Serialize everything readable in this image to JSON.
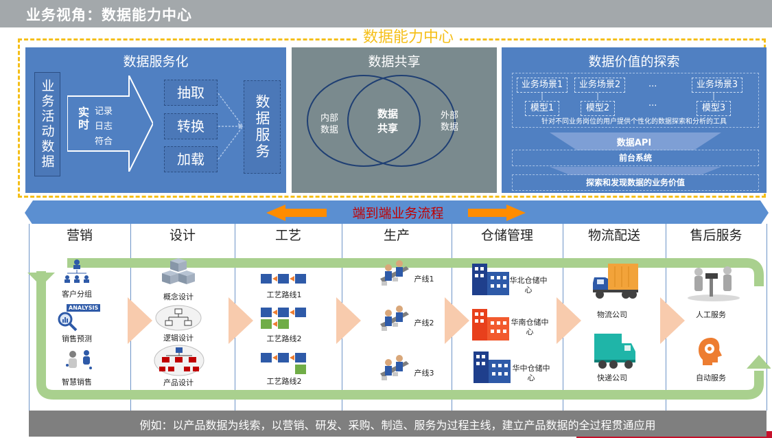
{
  "page": {
    "title": "业务视角：数据能力中心"
  },
  "frame": {
    "title": "数据能力中心"
  },
  "panel1": {
    "title": "数据服务化",
    "activity": "业务活动数据",
    "realtime": "实时",
    "items": [
      "记录",
      "日志",
      "符合"
    ],
    "ops": [
      "抽取",
      "转换",
      "加载"
    ],
    "service": "数据服务"
  },
  "panel2": {
    "title": "数据共享",
    "left": [
      "内部",
      "数据"
    ],
    "center": [
      "数据",
      "共享"
    ],
    "right": [
      "外部",
      "数据"
    ]
  },
  "panel3": {
    "title": "数据价值的探索",
    "scenes": [
      "业务场景1",
      "业务场景2",
      "...",
      "业务场景3"
    ],
    "models": [
      "模型1",
      "模型2",
      "...",
      "模型3"
    ],
    "note": "针对不同业务岗位的用户提供个性化的数据探索和分析的工具",
    "api": "数据API",
    "front": "前台系统",
    "value": "探索和发现数据的业务价值"
  },
  "process": {
    "title": "端到端业务流程",
    "columns": [
      "营销",
      "设计",
      "工艺",
      "生产",
      "仓储管理",
      "物流配送",
      "售后服务"
    ]
  },
  "marketing": {
    "items": [
      "客户分组",
      "销售预测",
      "智慧销售"
    ],
    "analysis_badge": "ANALYSIS"
  },
  "design": {
    "items": [
      "概念设计",
      "逻辑设计",
      "产品设计"
    ]
  },
  "craft": {
    "items": [
      "工艺路线1",
      "工艺路线2",
      "工艺路线2"
    ]
  },
  "production": {
    "items": [
      "产线1",
      "产线2",
      "产线3"
    ]
  },
  "warehouse": {
    "items": [
      "华北仓储中心",
      "华南仓储中心",
      "华中仓储中心"
    ]
  },
  "logistics": {
    "items": [
      "物流公司",
      "快递公司"
    ]
  },
  "aftersales": {
    "items": [
      "人工服务",
      "自动服务"
    ]
  },
  "footer": {
    "text": "例如：以产品数据为线索，以营销、研发、采购、制造、服务为过程主线，建立产品数据的全过程贯通应用"
  },
  "colors": {
    "panel_blue": "#5080c2",
    "panel_gray": "#7a8a8e",
    "dash_yellow": "#f5bf19",
    "band_blue": "#5b8fd1",
    "arrow_orange": "#ff8c00",
    "loop_green": "#a9d08e",
    "chevron_peach": "#f8cbad"
  }
}
